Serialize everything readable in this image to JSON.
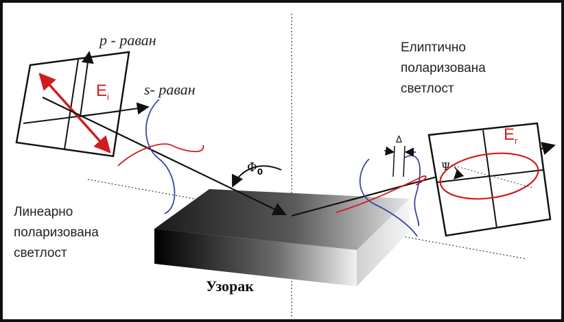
{
  "labels": {
    "p_plane": "p - раван",
    "s_plane": "s- раван",
    "incident_field": "E",
    "incident_field_sub": "i",
    "reflected_field": "E",
    "reflected_field_sub": "r",
    "angle_symbol": "Φ",
    "angle_sub": "0",
    "psi_symbol": "Ψ",
    "delta_symbol": "Δ",
    "linear_light": [
      "Линеарно",
      "поларизована",
      "светлост"
    ],
    "elliptical_light": [
      "Елиптично",
      "поларизована",
      "светлост"
    ],
    "sample": "Узорак"
  },
  "colors": {
    "frame": "#111111",
    "red_field": "#d01c1c",
    "blue_wave": "#3a44a8",
    "line": "#111111"
  }
}
